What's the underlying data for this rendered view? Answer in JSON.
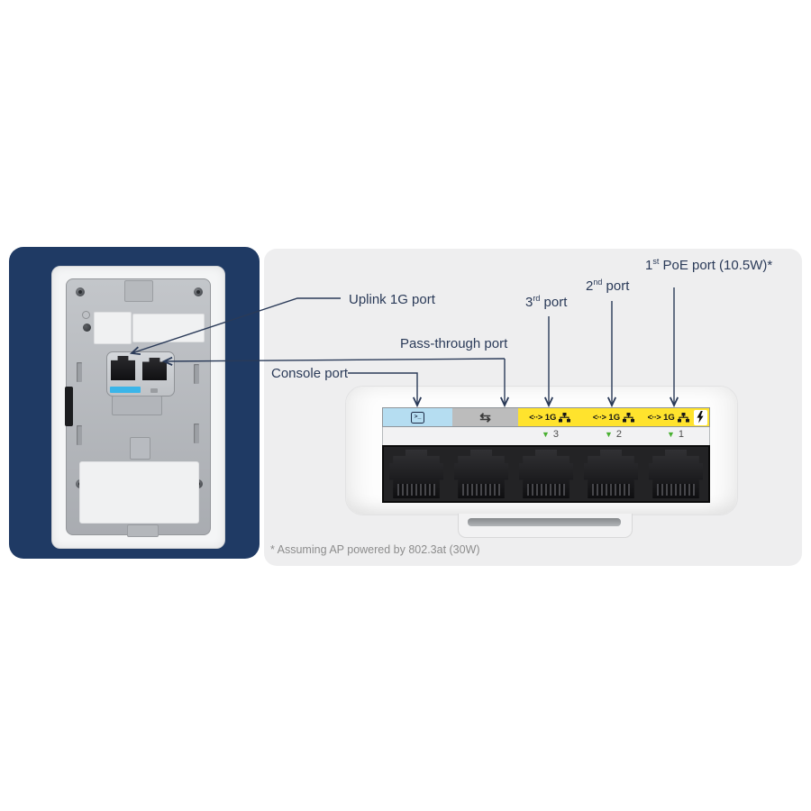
{
  "colors": {
    "navy_panel": "#1f3a64",
    "gray_panel": "#eeeeef",
    "console_blue": "#b5ddf1",
    "passthrough_gray": "#bcbcbc",
    "poe_yellow": "#ffe32d",
    "marker_green": "#49b031",
    "line_navy": "#2a3a58",
    "footnote_gray": "#8d8d8d",
    "cyan_sticker": "#3ab5e9"
  },
  "callouts": {
    "uplink": "Uplink 1G port",
    "passthrough": "Pass-through port",
    "console": "Console port",
    "port3": {
      "num": "3",
      "sup": "rd",
      "rest": " port"
    },
    "port2": {
      "num": "2",
      "sup": "nd",
      "rest": " port"
    },
    "port1": {
      "num": "1",
      "sup": "st",
      "rest": " PoE port (10.5W)*"
    }
  },
  "port_band": {
    "console_icon": "terminal-icon",
    "console_glyph": ">_",
    "passthrough_glyph": "⇆",
    "number_marker": "▼",
    "poe_ports": [
      {
        "speed_glyph": "<··>",
        "speed": "1G",
        "number": "3"
      },
      {
        "speed_glyph": "<··>",
        "speed": "1G",
        "number": "2"
      },
      {
        "speed_glyph": "<··>",
        "speed": "1G",
        "number": "1"
      }
    ]
  },
  "footnote": "* Assuming AP powered by 802.3at (30W)"
}
